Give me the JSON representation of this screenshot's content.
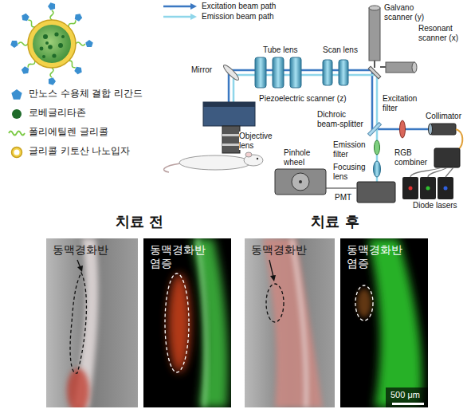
{
  "diagram": {
    "nodes": [
      {
        "text": [
          "치료 전"
        ]
      },
      {
        "text": [
          "동맥경화반"
        ],
        "in": 0
      },
      {
        "text": [
          "동맥경화반 염증"
        ],
        "in": 0
      },
      {
        "text": [
          "치료 후"
        ]
      },
      {
        "text": [
          "동맥경화반"
        ],
        "in": 3
      },
      {
        "text": [
          "동맥경화반 염증"
        ],
        "in": 3
      }
    ],
    "labels": [
      "Galvano scanner (y)",
      "Resonant scanner (x)",
      "Mirror",
      "Tube lens",
      "Scan lens",
      "Excitation filter",
      "Collimator",
      "Dichroic beam-splitter",
      "Piezoelectric scanner (z)",
      "Objective lens",
      "Emission filter",
      "Pinhole wheel",
      "Focusing lens",
      "RGB combiner",
      "PMT",
      "Diode lasers",
      "500 μm"
    ],
    "legend": [
      {
        "text": "Excitation beam path"
      },
      {
        "text": "Emission beam path"
      },
      {
        "text": "만노스 수용체 결합 리간드"
      },
      {
        "text": "로베글리타존"
      },
      {
        "text": "폴리에틸렌 글리콜"
      },
      {
        "text": "글리콜 키토산 나노입자"
      }
    ]
  }
}
